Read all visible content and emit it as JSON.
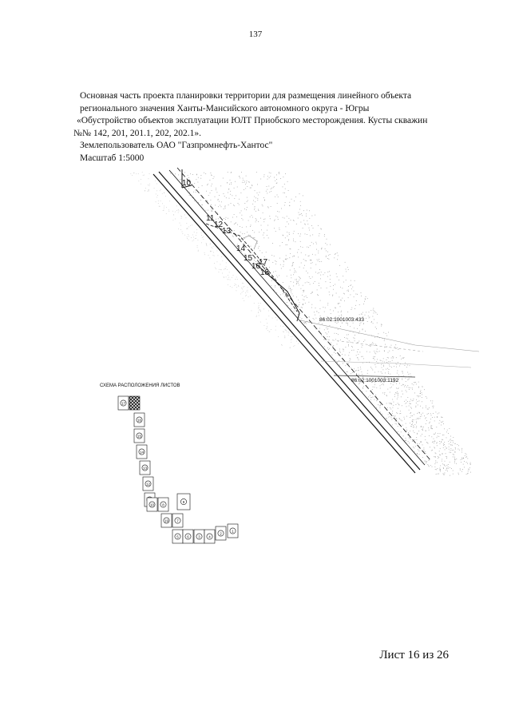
{
  "page_number": "137",
  "header": {
    "line1": "Основная часть проекта планировки территории для размещения линейного объекта",
    "line2": "регионального значения Ханты-Мансийского автономного округа - Югры",
    "line3": "«Обустройство объектов эксплуатации ЮЛТ Приобского месторождения. Кусты скважин",
    "line4": "№№ 142, 201, 201.1, 202, 202.1».",
    "line5": "Землепользователь ОАО \"Газпромнефть-Хантос\"",
    "line6": "Масштаб 1:5000"
  },
  "map": {
    "point_labels": [
      "10",
      "11",
      "12",
      "13",
      "14",
      "15",
      "16",
      "17",
      "18"
    ],
    "cadastral_1": "86:02:1001003:433",
    "cadastral_2": "86:02:1001003:1192"
  },
  "scheme": {
    "title": "СХЕМА РАСПОЛОЖЕНИЯ ЛИСТОВ",
    "sheets": [
      "17",
      "",
      "16",
      "15",
      "14",
      "13",
      "12",
      "11",
      "10",
      "8",
      "9",
      "19",
      "7",
      "5",
      "6",
      "3",
      "4",
      "2",
      "1"
    ]
  },
  "sheet_label": "Лист 16 из 26",
  "colors": {
    "ink": "#111111",
    "stipple": "#9a9a9a",
    "hatch": "#222222"
  }
}
